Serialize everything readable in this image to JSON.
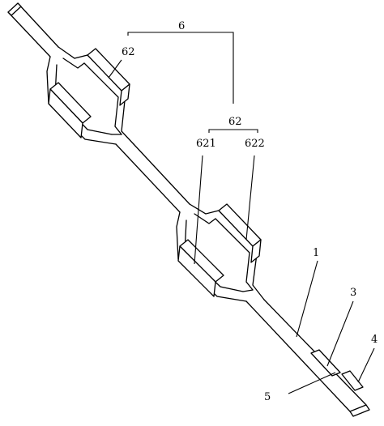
{
  "labels": {
    "l6": "6",
    "l62_top": "62",
    "l62_mid": "62",
    "l621": "621",
    "l622": "622",
    "l1": "1",
    "l3": "3",
    "l4": "4",
    "l5": "5"
  }
}
